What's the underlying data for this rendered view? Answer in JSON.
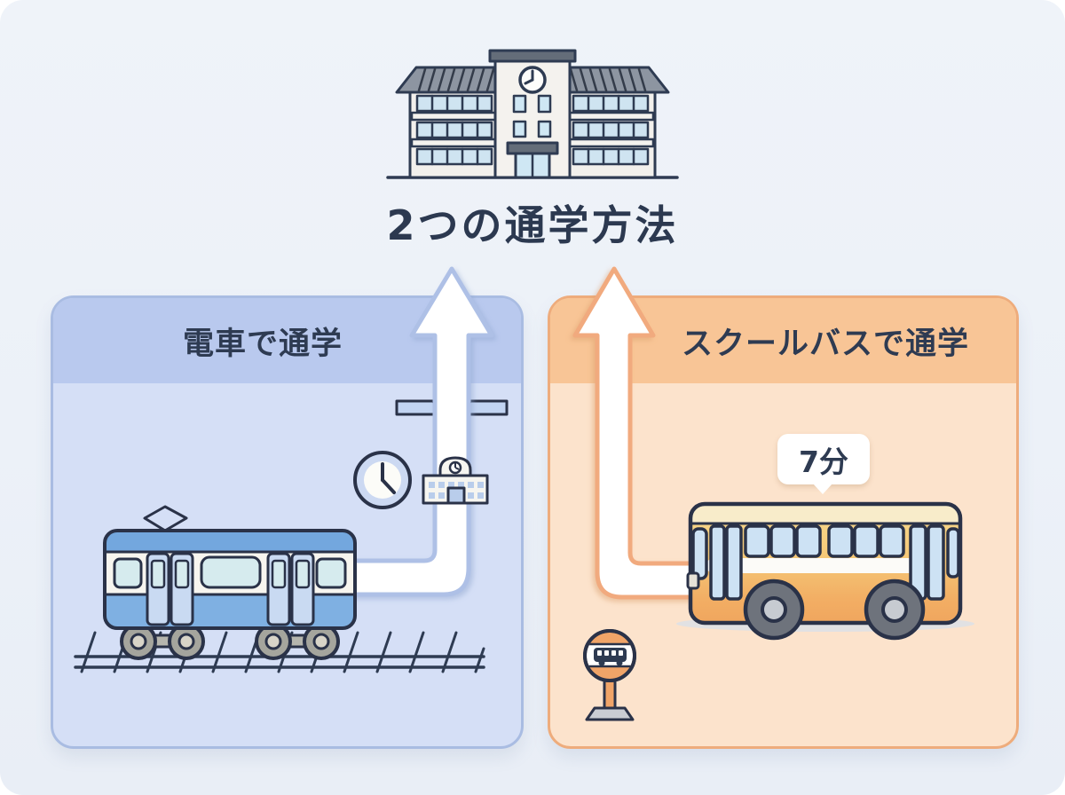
{
  "title": "2つの通学方法",
  "panels": {
    "train": {
      "label": "電車で通学",
      "colors": {
        "header": "#b9c9ee",
        "body": "#d5dff6",
        "border": "#a9bce2",
        "arrow_outline": "#aec0e6",
        "train_blue": "#73a7de"
      }
    },
    "bus": {
      "label": "スクールバスで通学",
      "duration": "7分",
      "colors": {
        "header": "#f8c596",
        "body": "#fce3cc",
        "border": "#eeac7c",
        "arrow_outline": "#f1aa7e",
        "bus_yellow": "#f5c979"
      }
    }
  },
  "colors": {
    "page_background": "#eef2f8",
    "text": "#2e3b52",
    "outline": "#2a3248",
    "arrow_fill": "#ffffff"
  },
  "icons": [
    "school-building-icon",
    "train-icon",
    "railway-track",
    "clock-icon",
    "station-icon",
    "platform-awning-icon",
    "up-arrow-route",
    "bus-icon",
    "bus-stop-sign-icon",
    "duration-bubble"
  ]
}
